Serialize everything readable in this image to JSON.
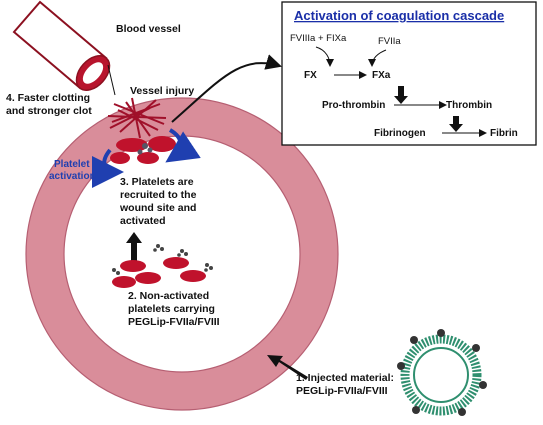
{
  "labels": {
    "blood_vessel": "Blood vessel",
    "vessel_injury": "Vessel injury",
    "step4_line1": "4. Faster clotting",
    "step4_line2": "and stronger clot",
    "platelet_activation_line1": "Platelet",
    "platelet_activation_line2": "activation",
    "step3_line1": "3. Platelets are",
    "step3_line2": "recruited to the",
    "step3_line3": "wound site and",
    "step3_line4": "activated",
    "step2_line1": "2. Non-activated",
    "step2_line2": "platelets carrying",
    "step2_line3": "PEGLip-FVIIa/FVIII",
    "step1_line1": "1. Injected material:",
    "step1_line2": "PEGLip-FVIIa/FVIII"
  },
  "cascade": {
    "title": "Activation of coagulation cascade",
    "fviiia_fixa": "FVIIIa + FIXa",
    "fviia": "FVIIa",
    "fx": "FX",
    "fxa": "FXa",
    "prothrombin": "Pro-thrombin",
    "thrombin": "Thrombin",
    "fibrinogen": "Fibrinogen",
    "fibrin": "Fibrin"
  },
  "colors": {
    "vessel_wall": "#d98d9a",
    "vessel_edge": "#b65f72",
    "platelet": "#c0122c",
    "activation_arrow": "#1f3fb0",
    "title_blue": "#1a2fa8",
    "liposome_green": "#2f8f6f"
  }
}
